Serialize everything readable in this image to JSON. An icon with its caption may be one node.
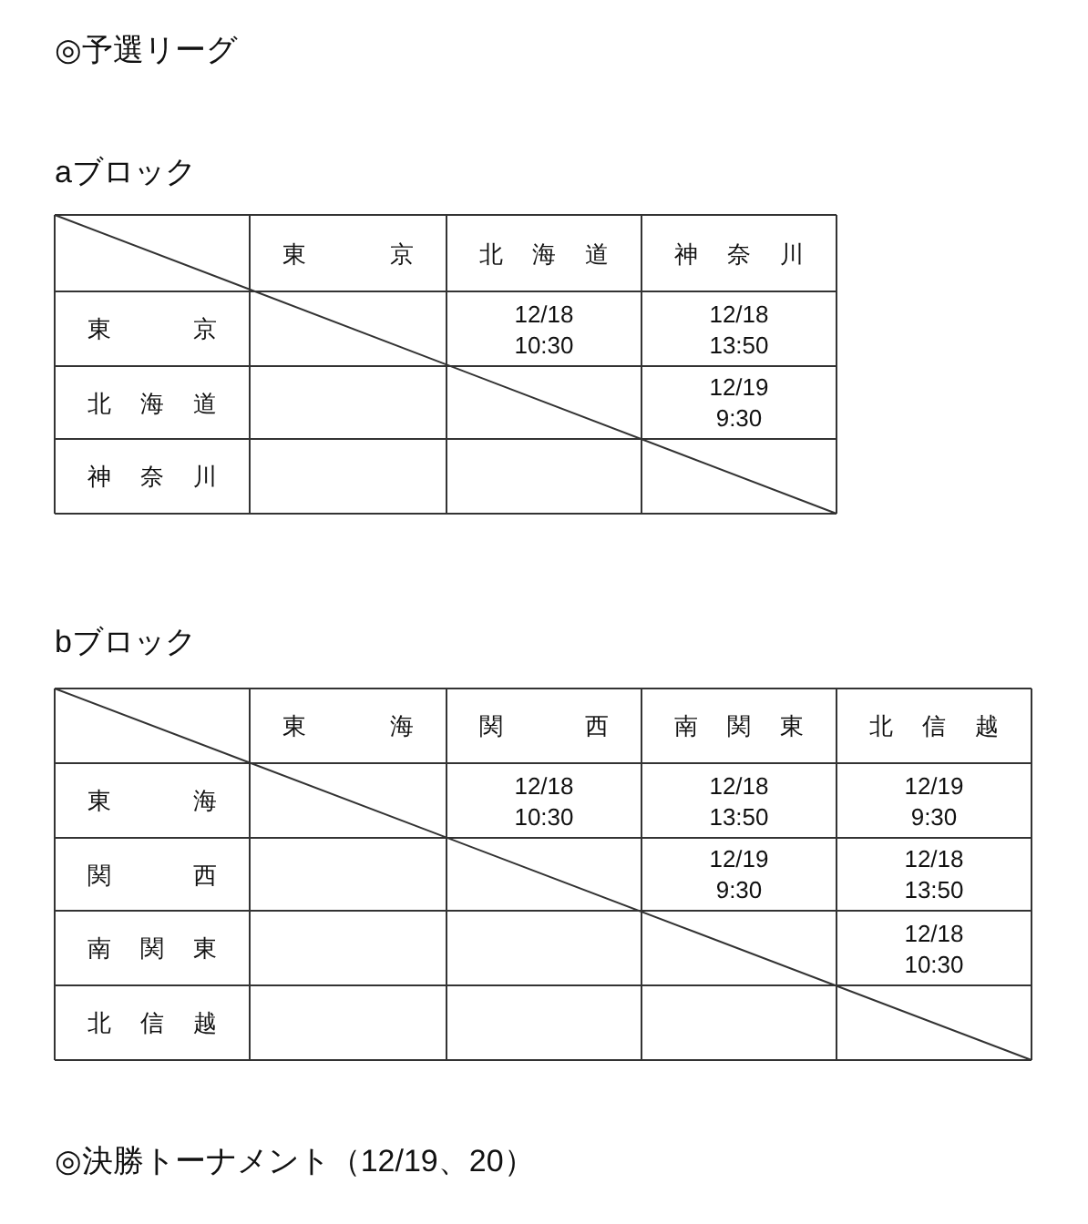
{
  "diagram": {
    "labels": [
      "◎予選リーグ",
      "aブロック",
      "東京",
      "北海道",
      "神奈川",
      "東京",
      "12/18 10:30",
      "12/18 13:50",
      "北海道",
      "12/19 9:30",
      "神奈川",
      "bブロック",
      "東海",
      "関西",
      "南関東",
      "北信越",
      "東海",
      "12/18 10:30",
      "12/18 13:50",
      "12/19 9:30",
      "関西",
      "12/19 9:30",
      "12/18 13:50",
      "南関東",
      "12/18 10:30",
      "北信越",
      "◎決勝トーナメント（12/19、20）"
    ]
  }
}
